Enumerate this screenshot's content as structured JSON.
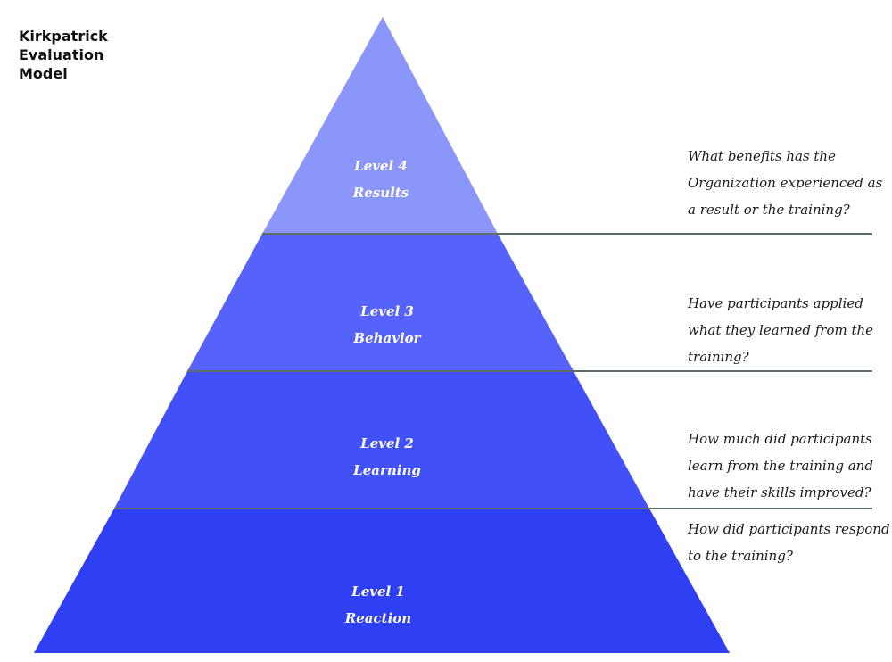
{
  "title_lines": [
    "Kirkpatrick",
    "Evaluation",
    "Model"
  ],
  "levels": [
    {
      "level": "Level 4",
      "name": "Results",
      "color": "#8b96fb",
      "question_lines": [
        "What benefits has the",
        "Organization experienced as",
        "a result or the training?"
      ]
    },
    {
      "level": "Level 3",
      "name": "Behavior",
      "color": "#5663fa",
      "question_lines": [
        "Have participants applied",
        "what they learned from the",
        "training?"
      ]
    },
    {
      "level": "Level 2",
      "name": "Learning",
      "color": "#4150f7",
      "question_lines": [
        "How much did participants",
        "learn from the training and",
        "have their skills improved?"
      ]
    },
    {
      "level": "Level 1",
      "name": "Reaction",
      "color": "#2f3ff3",
      "question_lines": [
        "How did participants respond",
        "to the training?"
      ]
    }
  ],
  "divider_color": "#5e6e66"
}
